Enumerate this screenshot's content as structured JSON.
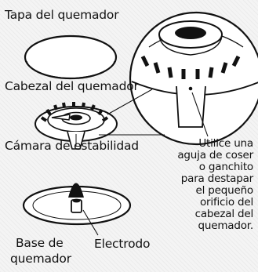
{
  "labels": {
    "burner_cap": "Tapa del quemador",
    "burner_head": "Cabezal del quemador",
    "stability_chamber": "Cámara de estabilidad",
    "burner_base_line1": "Base de",
    "burner_base_line2": "quemador",
    "electrode": "Electrodo"
  },
  "note": {
    "lines": [
      "Utilice una",
      "aguja de coser",
      "o ganchito",
      "para destapar",
      "el pequeño",
      "orificio del",
      "cabezal del",
      "quemador."
    ]
  }
}
